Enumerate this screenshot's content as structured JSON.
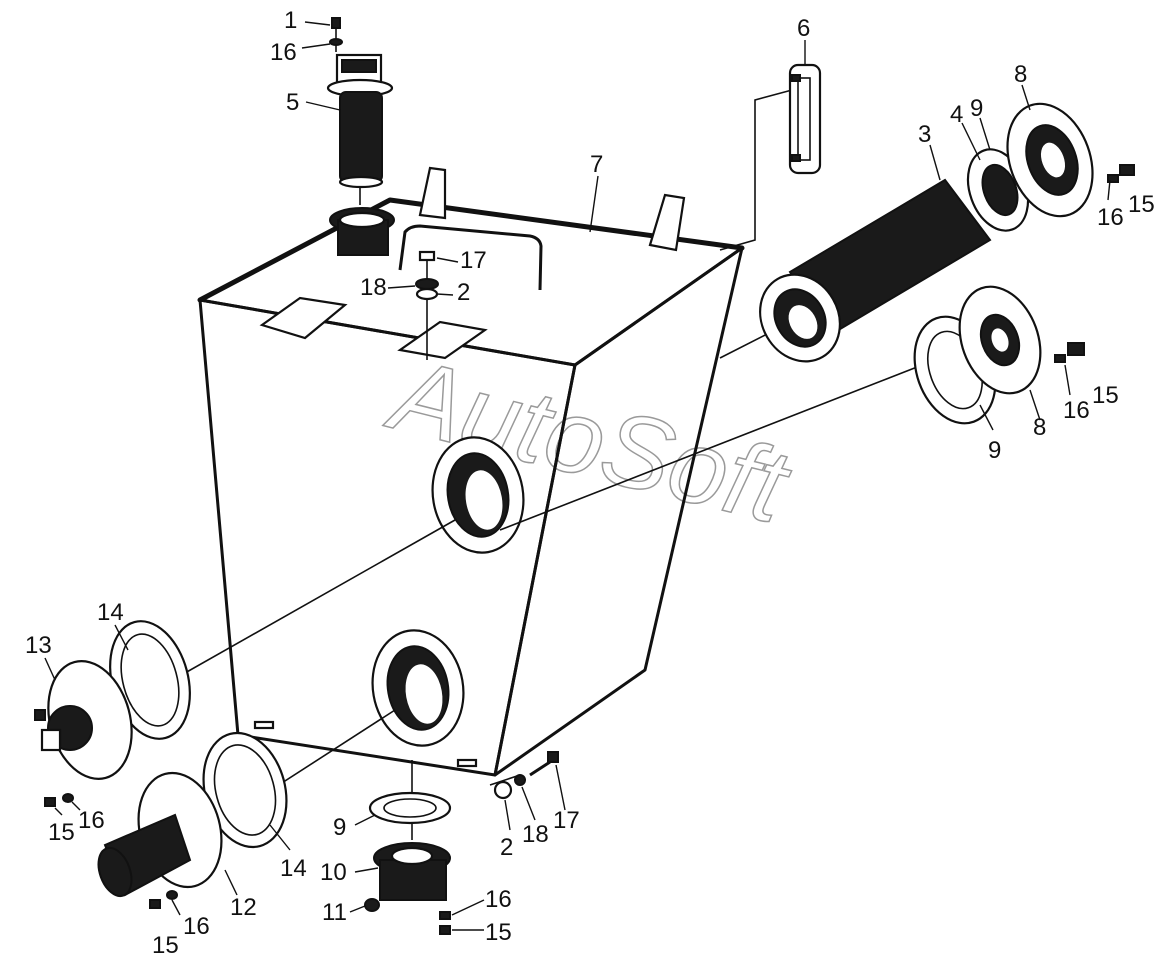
{
  "watermark": "AutoSoft",
  "callouts": {
    "c1": "1",
    "c16a": "16",
    "c5": "5",
    "c6": "6",
    "c7": "7",
    "c8a": "8",
    "c3": "3",
    "c4": "4",
    "c9a": "9",
    "c16b": "16",
    "c15a": "15",
    "c17a": "17",
    "c18a": "18",
    "c2a": "2",
    "c9b": "9",
    "c8b": "8",
    "c16c": "16",
    "c15b": "15",
    "c14a": "14",
    "c13": "13",
    "c15c": "15",
    "c16d": "16",
    "c14b": "14",
    "c12": "12",
    "c16e": "16",
    "c15d": "15",
    "c9c": "9",
    "c10": "10",
    "c11": "11",
    "c16f": "16",
    "c15e": "15",
    "c2b": "2",
    "c18b": "18",
    "c17b": "17"
  }
}
